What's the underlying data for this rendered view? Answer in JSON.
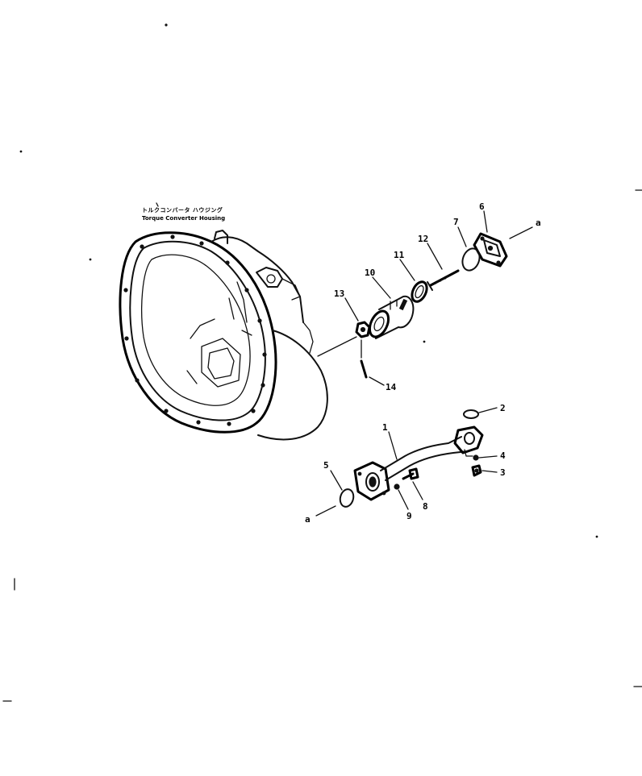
{
  "caption": {
    "japanese": "トルクコンバータ ハウジング",
    "english": "Torque Converter Housing"
  },
  "callouts": {
    "c1": "1",
    "c2": "2",
    "c3": "3",
    "c4": "4",
    "c5": "5",
    "c6": "6",
    "c7": "7",
    "c8": "8",
    "c9": "9",
    "c10": "10",
    "c11": "11",
    "c12": "12",
    "c13": "13",
    "c14": "14",
    "ref_a_top": "a",
    "ref_a_bottom": "a"
  },
  "colors": {
    "ink": "#111111",
    "paper": "#ffffff"
  }
}
